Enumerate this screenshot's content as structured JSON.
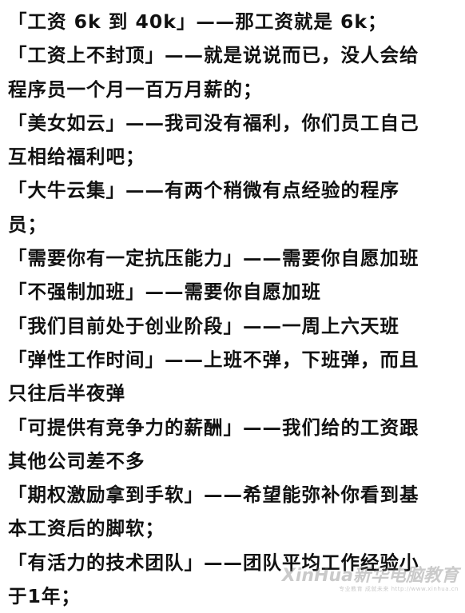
{
  "lines": [
    "「工资 6k 到 40k」——那工资就是 6k；",
    "「工资上不封顶」——就是说说而已，没人会给",
    "程序员一个月一百万月薪的；",
    "「美女如云」——我司没有福利，你们员工自己",
    "互相给福利吧；",
    "「大牛云集」——有两个稍微有点经验的程序",
    "员；",
    "「需要你有一定抗压能力」——需要你自愿加班",
    "「不强制加班」——需要你自愿加班",
    "「我们目前处于创业阶段」——一周上六天班",
    "「弹性工作时间」——上班不弹，下班弹，而且",
    "只往后半夜弹",
    "「可提供有竞争力的薪酬」——我们给的工资跟",
    "其他公司差不多",
    "「期权激励拿到手软」——希望能弥补你看到基",
    "本工资后的脚软；",
    "「有活力的技术团队」——团队平均工作经验小",
    "于1年；"
  ],
  "watermark": {
    "brand": "XinHua新华电脑教育",
    "tagline": "专业教育 成就未来 http://www.xinhua.cn"
  }
}
